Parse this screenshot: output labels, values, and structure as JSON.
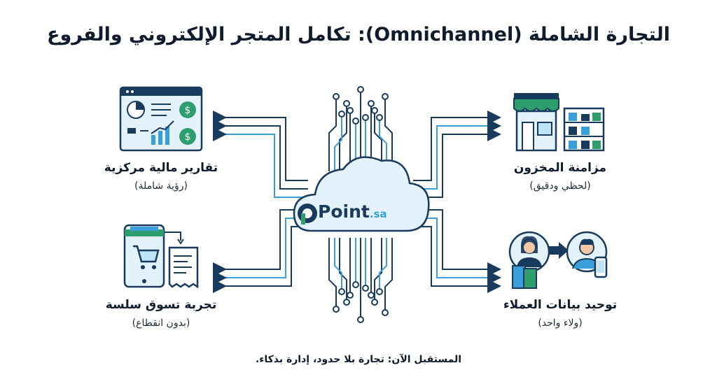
{
  "title": "التجارة الشاملة (Omnichannel): تكامل المتجر الإلكتروني والفروع",
  "center": {
    "brand": "Point",
    "brand_suffix": ".sa"
  },
  "nodes": {
    "top_left": {
      "label": "تقارير مالية مركزية",
      "sub": "(رؤية شاملة)",
      "icon": "financial-dashboard-icon"
    },
    "bottom_left": {
      "label": "تجربة تسوق سلسة",
      "sub": "(بدون انقطاع)",
      "icon": "mobile-shopping-icon"
    },
    "top_right": {
      "label": "مزامنة المخزون",
      "sub": "(لحظي ودقيق)",
      "icon": "store-inventory-icon"
    },
    "bottom_right": {
      "label": "توحيد بيانات العملاء",
      "sub": "(ولاء واحد)",
      "icon": "customer-profile-icon"
    }
  },
  "footer": "المستقبل الآن: تجارة بلا حدود، إدارة بذكاء.",
  "colors": {
    "navy": "#183a5c",
    "blue": "#3a9fd8",
    "light_blue": "#bfe3f7",
    "green": "#2f9e6e",
    "dark_text": "#0f1c2e"
  }
}
